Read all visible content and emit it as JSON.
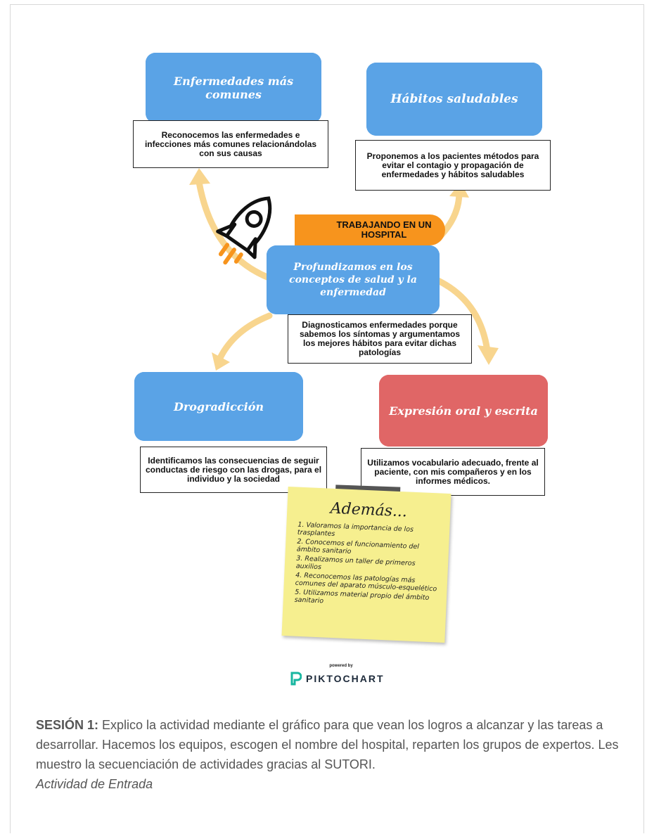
{
  "infographic": {
    "cards": [
      {
        "title": "Enfermedades más comunes",
        "text": "Reconocemos las enfermedades e infecciones más comunes relacionándolas con sus causas"
      },
      {
        "title": "Hábitos saludables",
        "text": "Proponemos a los pacientes métodos para evitar el contagio y propagación de enfermedades y hábitos saludables"
      },
      {
        "title": "Profundizamos en los conceptos de salud y la enfermedad",
        "text": "Diagnosticamos enfermedades porque sabemos los síntomas y argumentamos los mejores hábitos para evitar dichas patologías"
      },
      {
        "title": "Drogradicción",
        "text": "Identificamos las consecuencias de seguir conductas de riesgo con las drogas, para el individuo y la sociedad"
      },
      {
        "title": "Expresión oral y escrita",
        "text": "Utilizamos vocabulario adecuado, frente al paciente, con mis compañeros y en los informes médicos."
      }
    ],
    "banner": "TRABAJANDO EN UN HOSPITAL",
    "note": {
      "title": "Además...",
      "items": [
        "1. Valoramos la importancia de los trasplantes",
        "2. Conocemos el funcionamiento del ámbito sanitario",
        "3. Realizamos un taller de primeros auxilios",
        "4. Reconocemos las patologías más comunes del aparato músculo-esquelético",
        "5. Utilizamos material propio del ámbito sanitario"
      ]
    },
    "powered_by": "powered by",
    "logo": "PIKTOCHART",
    "colors": {
      "blue": "#5aa3e6",
      "red": "#e06666",
      "orange": "#f7941d",
      "note": "#f6ef8f",
      "arrow": "#f8d58e"
    }
  },
  "caption": {
    "lead": "SESIÓN 1:",
    "body": " Explico la actividad mediante el gráfico para que vean los logros a alcanzar y las tareas a desarrollar. Hacemos los equipos, escogen el nombre del hospital, reparten los grupos de expertos. Les muestro la secuenciación de actividades gracias al SUTORI.",
    "label": "Actividad de Entrada"
  }
}
